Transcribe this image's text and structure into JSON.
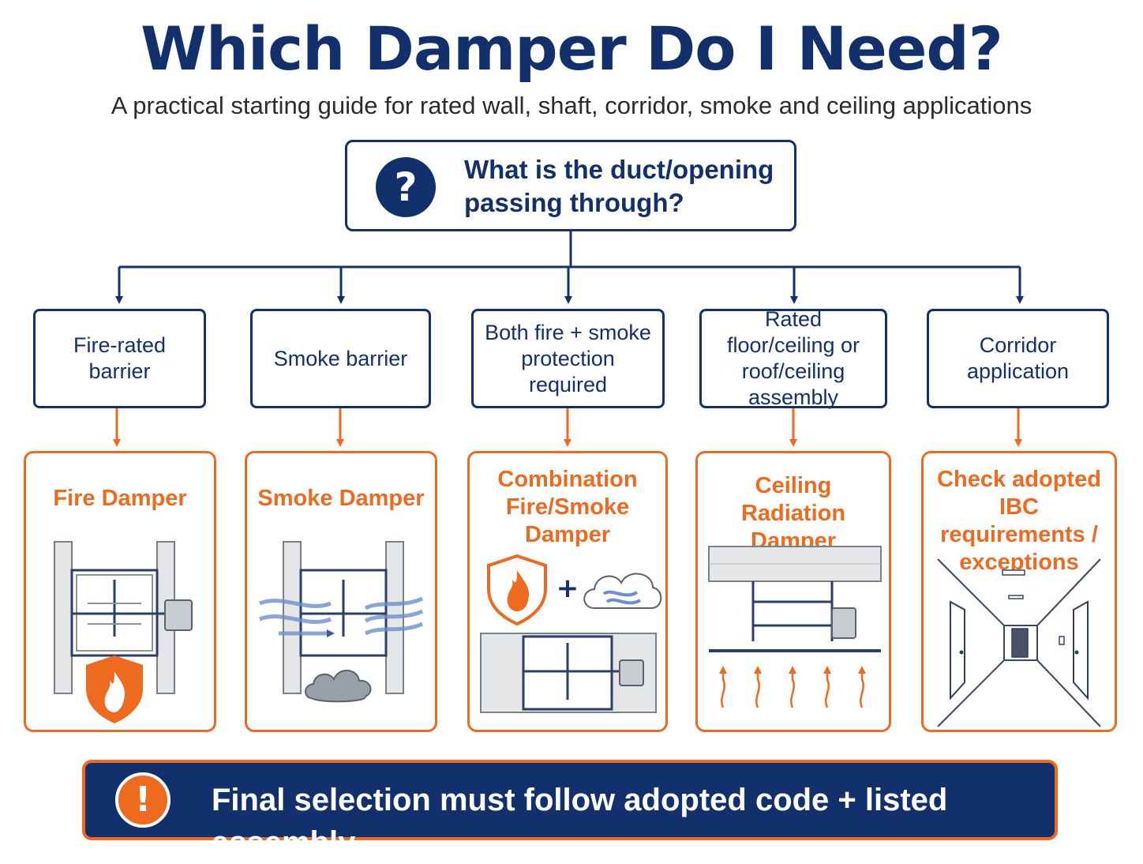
{
  "header": {
    "title": "Which Damper Do I Need?",
    "subtitle": "A practical starting guide for rated wall, shaft, corridor, smoke and ceiling applications"
  },
  "question": {
    "icon": "question-mark-icon",
    "text": "What is the duct/opening passing through?"
  },
  "branches": [
    {
      "condition": "Fire-rated barrier",
      "result": "Fire Damper",
      "icon": "fire-damper-illustration"
    },
    {
      "condition": "Smoke barrier",
      "result": "Smoke Damper",
      "icon": "smoke-damper-illustration"
    },
    {
      "condition": "Both fire + smoke protection required",
      "result": "Combination Fire/Smoke Damper",
      "icon": "combination-damper-illustration"
    },
    {
      "condition": "Rated floor/ceiling or roof/ceiling assembly",
      "result": "Ceiling Radiation Damper",
      "icon": "ceiling-radiation-damper-illustration"
    },
    {
      "condition": "Corridor application",
      "result": "Check adopted IBC requirements / exceptions",
      "icon": "corridor-illustration"
    }
  ],
  "footer": {
    "icon": "exclamation-icon",
    "text": "Final selection must follow adopted code + listed assembly."
  },
  "colors": {
    "navy": "#12306b",
    "orange": "#ee6a1f",
    "gray": "#9aa0a8"
  }
}
